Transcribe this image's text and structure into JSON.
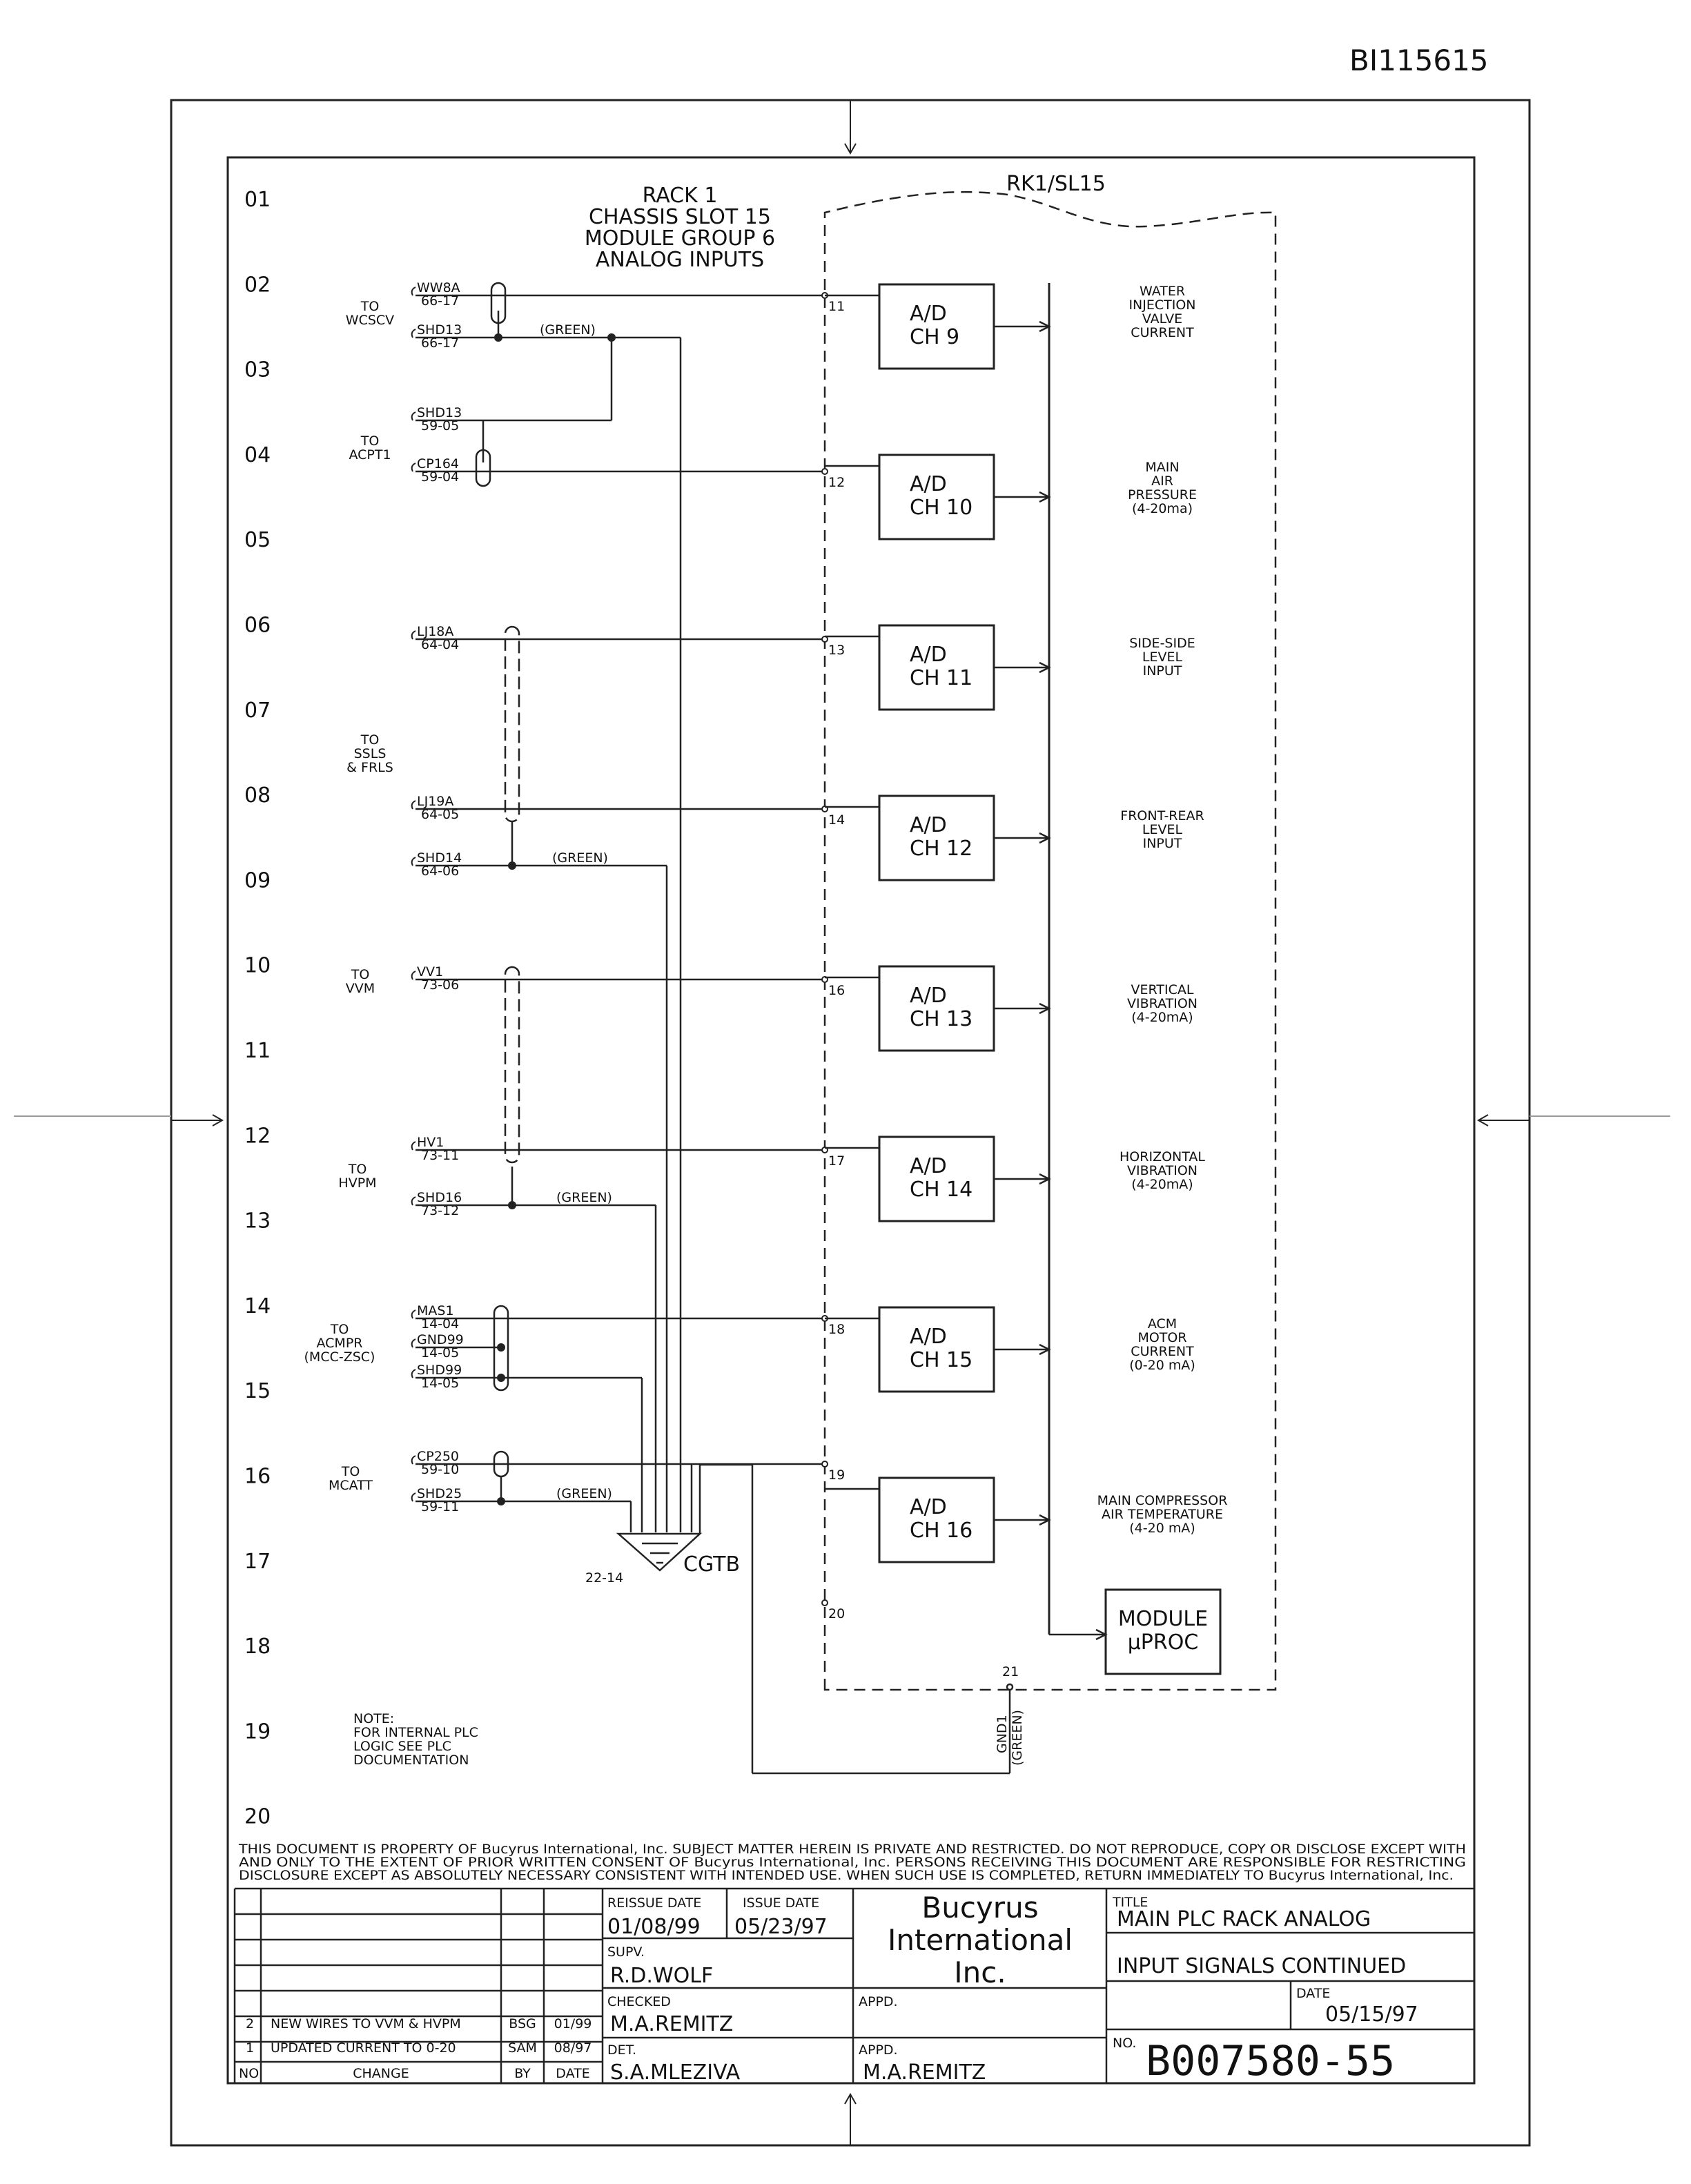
{
  "doc_id": "BI115615",
  "header": {
    "title_lines": [
      "RACK 1",
      "CHASSIS SLOT 15",
      "MODULE GROUP 6",
      "ANALOG INPUTS"
    ],
    "rack_label": "RK1/SL15"
  },
  "row_numbers": [
    "01",
    "02",
    "03",
    "04",
    "05",
    "06",
    "07",
    "08",
    "09",
    "10",
    "11",
    "12",
    "13",
    "14",
    "15",
    "16",
    "17",
    "18",
    "19",
    "20"
  ],
  "destinations": [
    {
      "lines": [
        "TO",
        "WCSCV"
      ]
    },
    {
      "lines": [
        "TO",
        "ACPT1"
      ]
    },
    {
      "lines": [
        "TO",
        "SSLS",
        "& FRLS"
      ]
    },
    {
      "lines": [
        "TO",
        "VVM"
      ]
    },
    {
      "lines": [
        "TO",
        "HVPM"
      ]
    },
    {
      "lines": [
        "TO",
        "ACMPR",
        "(MCC-ZSC)"
      ]
    },
    {
      "lines": [
        "TO",
        "MCATT"
      ]
    }
  ],
  "wires": [
    {
      "name": "WW8A",
      "ref": "66-17"
    },
    {
      "name": "SHD13",
      "ref": "66-17"
    },
    {
      "name": "SHD13",
      "ref": "59-05"
    },
    {
      "name": "CP164",
      "ref": "59-04"
    },
    {
      "name": "LJ18A",
      "ref": "64-04"
    },
    {
      "name": "LJ19A",
      "ref": "64-05"
    },
    {
      "name": "SHD14",
      "ref": "64-06"
    },
    {
      "name": "VV1",
      "ref": "73-06"
    },
    {
      "name": "HV1",
      "ref": "73-11"
    },
    {
      "name": "SHD16",
      "ref": "73-12"
    },
    {
      "name": "MAS1",
      "ref": "14-04"
    },
    {
      "name": "GND99",
      "ref": "14-05"
    },
    {
      "name": "SHD99",
      "ref": "14-05"
    },
    {
      "name": "CP250",
      "ref": "59-10"
    },
    {
      "name": "SHD25",
      "ref": "59-11"
    }
  ],
  "green_label": "(GREEN)",
  "terminals": [
    "11",
    "12",
    "13",
    "14",
    "16",
    "17",
    "18",
    "19",
    "20",
    "21"
  ],
  "modules": [
    {
      "line1": "A/D",
      "line2": "CH 9"
    },
    {
      "line1": "A/D",
      "line2": "CH 10"
    },
    {
      "line1": "A/D",
      "line2": "CH 11"
    },
    {
      "line1": "A/D",
      "line2": "CH 12"
    },
    {
      "line1": "A/D",
      "line2": "CH 13"
    },
    {
      "line1": "A/D",
      "line2": "CH 14"
    },
    {
      "line1": "A/D",
      "line2": "CH 15"
    },
    {
      "line1": "A/D",
      "line2": "CH 16"
    }
  ],
  "signals": [
    {
      "lines": [
        "WATER",
        "INJECTION",
        "VALVE",
        "CURRENT"
      ]
    },
    {
      "lines": [
        "MAIN",
        "AIR",
        "PRESSURE",
        "(4-20ma)"
      ]
    },
    {
      "lines": [
        "SIDE-SIDE",
        "LEVEL",
        "INPUT"
      ]
    },
    {
      "lines": [
        "FRONT-REAR",
        "LEVEL",
        "INPUT"
      ]
    },
    {
      "lines": [
        "VERTICAL",
        "VIBRATION",
        "(4-20mA)"
      ]
    },
    {
      "lines": [
        "HORIZONTAL",
        "VIBRATION",
        "(4-20mA)"
      ]
    },
    {
      "lines": [
        "ACM",
        "MOTOR",
        "CURRENT",
        "(0-20 mA)"
      ]
    },
    {
      "lines": [
        "MAIN COMPRESSOR",
        "AIR TEMPERATURE",
        "(4-20 mA)"
      ]
    }
  ],
  "processor": {
    "line1": "MODULE",
    "line2": "µPROC"
  },
  "ground": {
    "cgtb": "CGTB",
    "ref": "22-14",
    "gnd_label": "GND1",
    "gnd_color": "(GREEN)"
  },
  "note": {
    "lines": [
      "NOTE:",
      "FOR INTERNAL PLC",
      "LOGIC SEE PLC",
      "DOCUMENTATION"
    ]
  },
  "disclaimer": [
    "THIS DOCUMENT IS PROPERTY OF Bucyrus International, Inc. SUBJECT MATTER HEREIN IS PRIVATE AND RESTRICTED. DO NOT REPRODUCE, COPY OR DISCLOSE EXCEPT WITH",
    "AND ONLY TO THE EXTENT OF PRIOR WRITTEN CONSENT OF Bucyrus International, Inc. PERSONS RECEIVING THIS DOCUMENT ARE RESPONSIBLE FOR RESTRICTING",
    "DISCLOSURE EXCEPT AS ABSOLUTELY NECESSARY CONSISTENT WITH INTENDED USE. WHEN SUCH USE IS COMPLETED, RETURN IMMEDIATELY TO Bucyrus International, Inc."
  ],
  "title_block": {
    "reissue_date_label": "REISSUE DATE",
    "reissue_date": "01/08/99",
    "issue_date_label": "ISSUE DATE",
    "issue_date": "05/23/97",
    "company": [
      "Bucyrus",
      "International",
      "Inc."
    ],
    "title_label": "TITLE",
    "title_line1": "MAIN PLC RACK ANALOG",
    "title_line2": "INPUT SIGNALS CONTINUED",
    "supv_label": "SUPV.",
    "supv": "R.D.WOLF",
    "checked_label": "CHECKED",
    "checked": "M.A.REMITZ",
    "det_label": "DET.",
    "det": "S.A.MLEZIVA",
    "appd_label": "APPD.",
    "appd_top": "",
    "appd_bottom": "M.A.REMITZ",
    "date_label": "DATE",
    "date": "05/15/97",
    "no_label": "NO.",
    "drawing_no": "B007580-55"
  },
  "revisions": [
    {
      "no": "2",
      "change": "NEW WIRES TO VVM & HVPM",
      "by": "BSG",
      "date": "01/99"
    },
    {
      "no": "1",
      "change": "UPDATED CURRENT TO 0-20",
      "by": "SAM",
      "date": "08/97"
    }
  ],
  "rev_headers": {
    "no": "NO",
    "change": "CHANGE",
    "by": "BY",
    "date": "DATE"
  }
}
